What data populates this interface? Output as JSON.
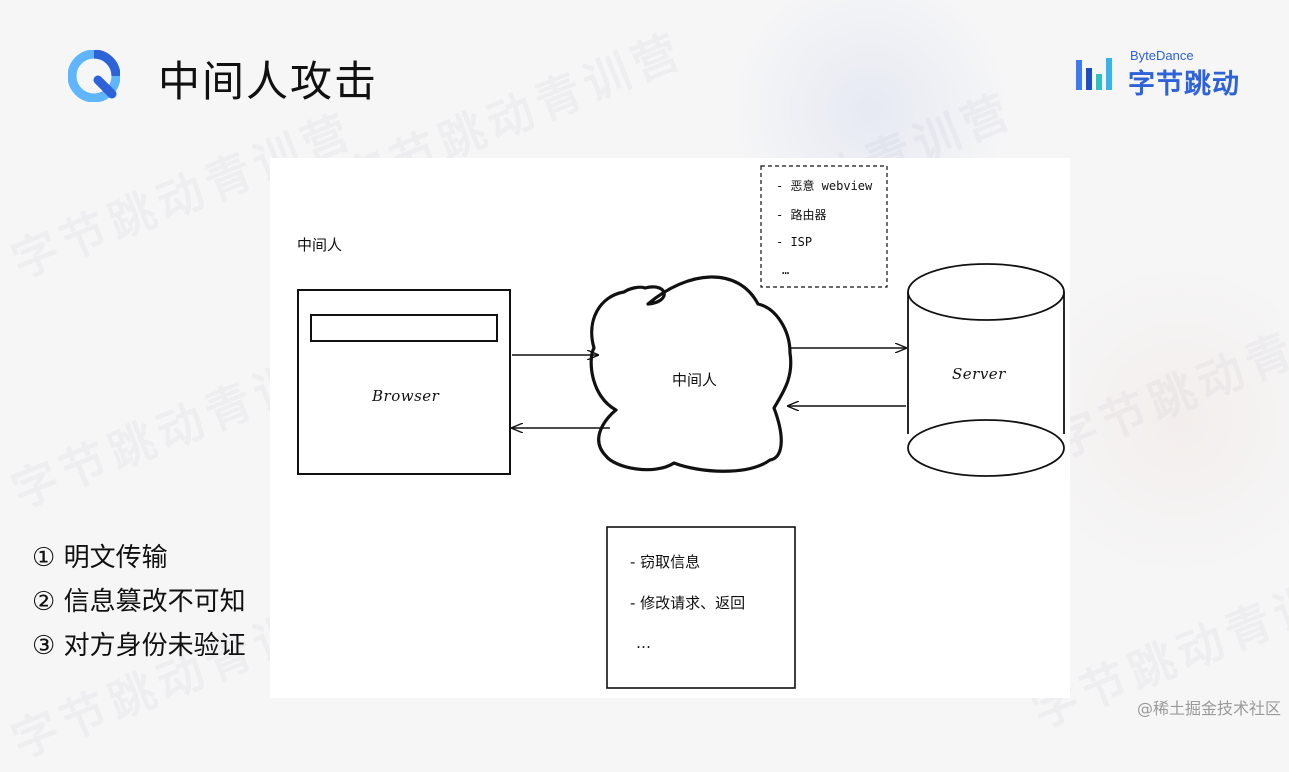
{
  "slide": {
    "title": "中间人攻击",
    "brand_en": "ByteDance",
    "brand_cn": "字节跳动",
    "watermark_text": "字节跳动青训营",
    "footer": "@稀土掘金技术社区"
  },
  "diagram": {
    "mitm_top_label": "中间人",
    "browser_label": "Browser",
    "cloud_label": "中间人",
    "server_label": "Server",
    "sources_list": [
      "-  恶意 webview",
      "-  路由器",
      "-  ISP",
      "…"
    ],
    "attacks_list": [
      "-  窃取信息",
      "-  修改请求、返回",
      "…"
    ]
  },
  "points": [
    "① 明文传输",
    "② 信息篡改不可知",
    "③ 对方身份未验证"
  ],
  "colors": {
    "accent": "#2e62d8",
    "logo_light": "#5fb6ff",
    "ink": "#111111"
  }
}
